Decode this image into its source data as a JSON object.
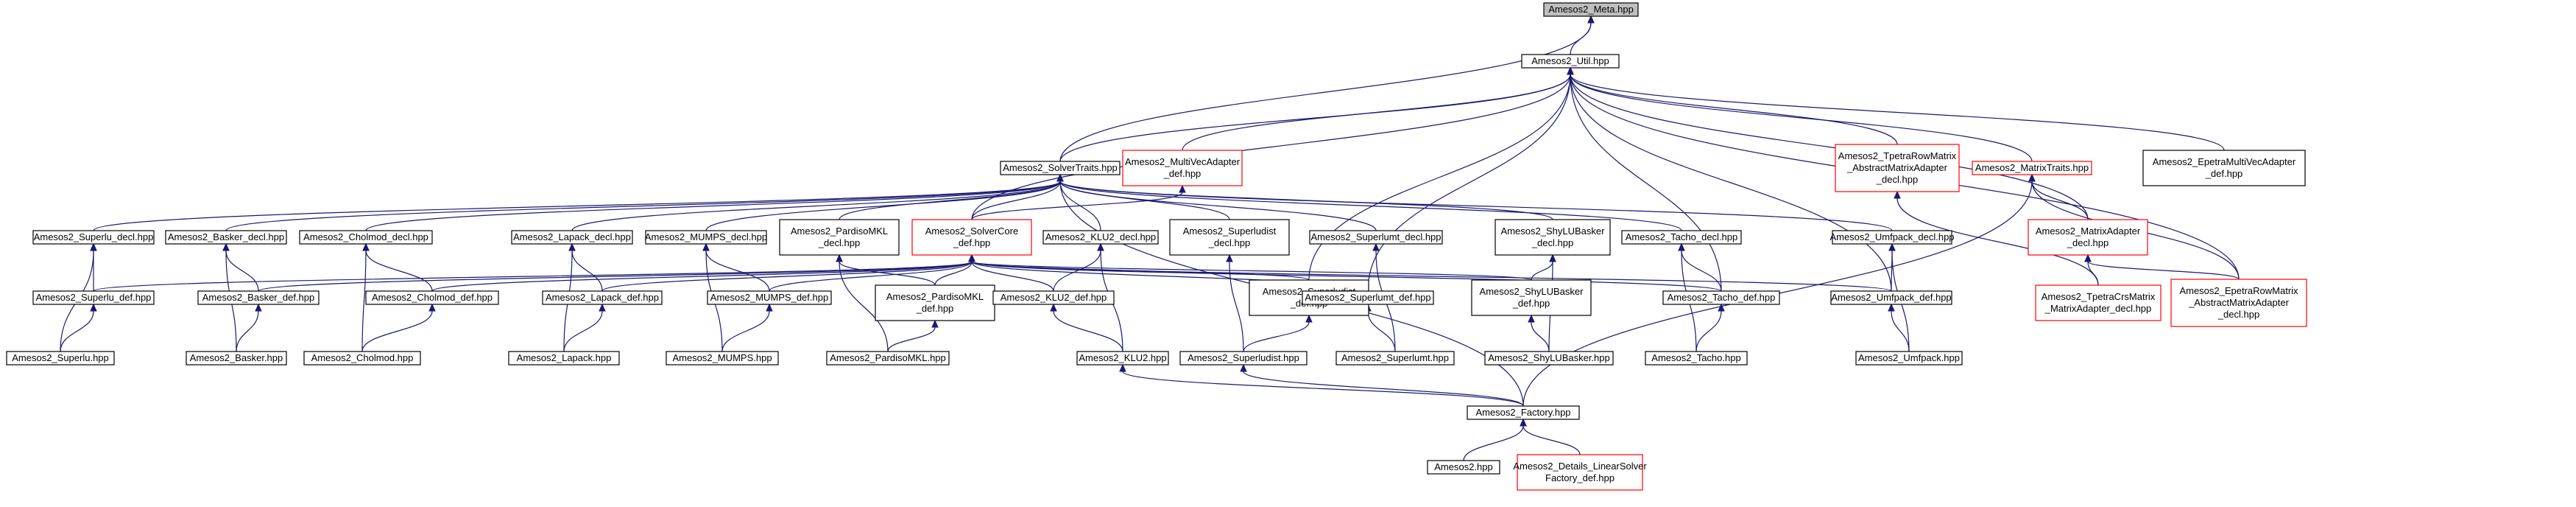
{
  "colors": {
    "edge": "#191970",
    "normal_border": "#000000",
    "red_border": "#ff0000",
    "root_fill": "#bfbfbf",
    "background": "#ffffff"
  },
  "nodes": [
    {
      "id": "meta",
      "lines": [
        "Amesos2_Meta.hpp"
      ],
      "style": "root"
    },
    {
      "id": "util",
      "lines": [
        "Amesos2_Util.hpp"
      ],
      "style": "normal"
    },
    {
      "id": "solvertraits",
      "lines": [
        "Amesos2_SolverTraits.hpp"
      ],
      "style": "normal"
    },
    {
      "id": "multivecadapter_def",
      "lines": [
        "Amesos2_MultiVecAdapter",
        "_def.hpp"
      ],
      "style": "red"
    },
    {
      "id": "tpetrarowmatrix_abs_decl",
      "lines": [
        "Amesos2_TpetraRowMatrix",
        "_AbstractMatrixAdapter",
        "_decl.hpp"
      ],
      "style": "red"
    },
    {
      "id": "matrixtraits",
      "lines": [
        "Amesos2_MatrixTraits.hpp"
      ],
      "style": "red"
    },
    {
      "id": "epetramultivec_def",
      "lines": [
        "Amesos2_EpetraMultiVecAdapter",
        "_def.hpp"
      ],
      "style": "normal"
    },
    {
      "id": "superlu_decl",
      "lines": [
        "Amesos2_Superlu_decl.hpp"
      ],
      "style": "normal"
    },
    {
      "id": "basker_decl",
      "lines": [
        "Amesos2_Basker_decl.hpp"
      ],
      "style": "normal"
    },
    {
      "id": "cholmod_decl",
      "lines": [
        "Amesos2_Cholmod_decl.hpp"
      ],
      "style": "normal"
    },
    {
      "id": "lapack_decl",
      "lines": [
        "Amesos2_Lapack_decl.hpp"
      ],
      "style": "normal"
    },
    {
      "id": "mumps_decl",
      "lines": [
        "Amesos2_MUMPS_decl.hpp"
      ],
      "style": "normal"
    },
    {
      "id": "pardiso_decl",
      "lines": [
        "Amesos2_PardisoMKL",
        "_decl.hpp"
      ],
      "style": "normal"
    },
    {
      "id": "solvercore_def",
      "lines": [
        "Amesos2_SolverCore",
        "_def.hpp"
      ],
      "style": "red"
    },
    {
      "id": "klu2_decl",
      "lines": [
        "Amesos2_KLU2_decl.hpp"
      ],
      "style": "normal"
    },
    {
      "id": "superludist_decl",
      "lines": [
        "Amesos2_Superludist",
        "_decl.hpp"
      ],
      "style": "normal"
    },
    {
      "id": "superlumt_decl",
      "lines": [
        "Amesos2_Superlumt_decl.hpp"
      ],
      "style": "normal"
    },
    {
      "id": "shylubasker_decl",
      "lines": [
        "Amesos2_ShyLUBasker",
        "_decl.hpp"
      ],
      "style": "normal"
    },
    {
      "id": "tacho_decl",
      "lines": [
        "Amesos2_Tacho_decl.hpp"
      ],
      "style": "normal"
    },
    {
      "id": "umfpack_decl",
      "lines": [
        "Amesos2_Umfpack_decl.hpp"
      ],
      "style": "normal"
    },
    {
      "id": "matrixadapter_decl",
      "lines": [
        "Amesos2_MatrixAdapter",
        "_decl.hpp"
      ],
      "style": "red"
    },
    {
      "id": "superlu_def",
      "lines": [
        "Amesos2_Superlu_def.hpp"
      ],
      "style": "normal"
    },
    {
      "id": "basker_def",
      "lines": [
        "Amesos2_Basker_def.hpp"
      ],
      "style": "normal"
    },
    {
      "id": "cholmod_def",
      "lines": [
        "Amesos2_Cholmod_def.hpp"
      ],
      "style": "normal"
    },
    {
      "id": "lapack_def",
      "lines": [
        "Amesos2_Lapack_def.hpp"
      ],
      "style": "normal"
    },
    {
      "id": "mumps_def",
      "lines": [
        "Amesos2_MUMPS_def.hpp"
      ],
      "style": "normal"
    },
    {
      "id": "pardiso_def",
      "lines": [
        "Amesos2_PardisoMKL",
        "_def.hpp"
      ],
      "style": "normal"
    },
    {
      "id": "klu2_def",
      "lines": [
        "Amesos2_KLU2_def.hpp"
      ],
      "style": "normal"
    },
    {
      "id": "superludist_def",
      "lines": [
        "Amesos2_Superludist",
        "_def.hpp"
      ],
      "style": "normal"
    },
    {
      "id": "superlumt_def",
      "lines": [
        "Amesos2_Superlumt_def.hpp"
      ],
      "style": "normal"
    },
    {
      "id": "shylubasker_def",
      "lines": [
        "Amesos2_ShyLUBasker",
        "_def.hpp"
      ],
      "style": "normal"
    },
    {
      "id": "tacho_def",
      "lines": [
        "Amesos2_Tacho_def.hpp"
      ],
      "style": "normal"
    },
    {
      "id": "umfpack_def",
      "lines": [
        "Amesos2_Umfpack_def.hpp"
      ],
      "style": "normal"
    },
    {
      "id": "tpetracrs_decl",
      "lines": [
        "Amesos2_TpetraCrsMatrix",
        "_MatrixAdapter_decl.hpp"
      ],
      "style": "red"
    },
    {
      "id": "epetrarow_decl",
      "lines": [
        "Amesos2_EpetraRowMatrix",
        "_AbstractMatrixAdapter",
        "_decl.hpp"
      ],
      "style": "red"
    },
    {
      "id": "superlu",
      "lines": [
        "Amesos2_Superlu.hpp"
      ],
      "style": "normal"
    },
    {
      "id": "basker",
      "lines": [
        "Amesos2_Basker.hpp"
      ],
      "style": "normal"
    },
    {
      "id": "cholmod",
      "lines": [
        "Amesos2_Cholmod.hpp"
      ],
      "style": "normal"
    },
    {
      "id": "lapack",
      "lines": [
        "Amesos2_Lapack.hpp"
      ],
      "style": "normal"
    },
    {
      "id": "mumps",
      "lines": [
        "Amesos2_MUMPS.hpp"
      ],
      "style": "normal"
    },
    {
      "id": "pardiso",
      "lines": [
        "Amesos2_PardisoMKL.hpp"
      ],
      "style": "normal"
    },
    {
      "id": "klu2",
      "lines": [
        "Amesos2_KLU2.hpp"
      ],
      "style": "normal"
    },
    {
      "id": "superludist",
      "lines": [
        "Amesos2_Superludist.hpp"
      ],
      "style": "normal"
    },
    {
      "id": "superlumt",
      "lines": [
        "Amesos2_Superlumt.hpp"
      ],
      "style": "normal"
    },
    {
      "id": "shylubasker",
      "lines": [
        "Amesos2_ShyLUBasker.hpp"
      ],
      "style": "normal"
    },
    {
      "id": "tacho",
      "lines": [
        "Amesos2_Tacho.hpp"
      ],
      "style": "normal"
    },
    {
      "id": "umfpack",
      "lines": [
        "Amesos2_Umfpack.hpp"
      ],
      "style": "normal"
    },
    {
      "id": "factory",
      "lines": [
        "Amesos2_Factory.hpp"
      ],
      "style": "normal"
    },
    {
      "id": "amesos2",
      "lines": [
        "Amesos2.hpp"
      ],
      "style": "normal"
    },
    {
      "id": "linearsolverfactory_def",
      "lines": [
        "Amesos2_Details_LinearSolver",
        "Factory_def.hpp"
      ],
      "style": "red"
    }
  ],
  "edges": [
    [
      "meta",
      "util"
    ],
    [
      "meta",
      "solvertraits"
    ],
    [
      "util",
      "solvertraits"
    ],
    [
      "util",
      "multivecadapter_def"
    ],
    [
      "util",
      "tpetrarowmatrix_abs_decl"
    ],
    [
      "util",
      "matrixtraits"
    ],
    [
      "util",
      "epetramultivec_def"
    ],
    [
      "util",
      "solvercore_def"
    ],
    [
      "util",
      "superludist_def"
    ],
    [
      "util",
      "superlumt_def"
    ],
    [
      "util",
      "tacho_def"
    ],
    [
      "util",
      "umfpack_def"
    ],
    [
      "util",
      "matrixadapter_decl"
    ],
    [
      "util",
      "epetrarow_decl"
    ],
    [
      "solvertraits",
      "superlu_decl"
    ],
    [
      "solvertraits",
      "basker_decl"
    ],
    [
      "solvertraits",
      "cholmod_decl"
    ],
    [
      "solvertraits",
      "lapack_decl"
    ],
    [
      "solvertraits",
      "mumps_decl"
    ],
    [
      "solvertraits",
      "pardiso_decl"
    ],
    [
      "solvertraits",
      "solvercore_def"
    ],
    [
      "solvertraits",
      "klu2_decl"
    ],
    [
      "solvertraits",
      "superludist_decl"
    ],
    [
      "solvertraits",
      "superlumt_decl"
    ],
    [
      "solvertraits",
      "shylubasker_decl"
    ],
    [
      "solvertraits",
      "tacho_decl"
    ],
    [
      "solvertraits",
      "umfpack_decl"
    ],
    [
      "solvertraits",
      "factory"
    ],
    [
      "multivecadapter_def",
      "solvercore_def"
    ],
    [
      "tpetrarowmatrix_abs_decl",
      "tpetracrs_decl"
    ],
    [
      "matrixtraits",
      "matrixadapter_decl"
    ],
    [
      "matrixtraits",
      "epetrarow_decl"
    ],
    [
      "matrixtraits",
      "factory"
    ],
    [
      "matrixadapter_decl",
      "tpetracrs_decl"
    ],
    [
      "matrixadapter_decl",
      "epetrarow_decl"
    ],
    [
      "superlu_decl",
      "superlu_def"
    ],
    [
      "superlu_decl",
      "superlu"
    ],
    [
      "basker_decl",
      "basker_def"
    ],
    [
      "basker_decl",
      "basker"
    ],
    [
      "cholmod_decl",
      "cholmod_def"
    ],
    [
      "cholmod_decl",
      "cholmod"
    ],
    [
      "lapack_decl",
      "lapack_def"
    ],
    [
      "lapack_decl",
      "lapack"
    ],
    [
      "mumps_decl",
      "mumps_def"
    ],
    [
      "mumps_decl",
      "mumps"
    ],
    [
      "pardiso_decl",
      "pardiso_def"
    ],
    [
      "pardiso_decl",
      "pardiso"
    ],
    [
      "klu2_decl",
      "klu2_def"
    ],
    [
      "klu2_decl",
      "klu2"
    ],
    [
      "superludist_decl",
      "superludist"
    ],
    [
      "superlumt_decl",
      "superlumt"
    ],
    [
      "shylubasker_decl",
      "shylubasker_def"
    ],
    [
      "shylubasker_decl",
      "shylubasker"
    ],
    [
      "tacho_decl",
      "tacho_def"
    ],
    [
      "tacho_decl",
      "tacho"
    ],
    [
      "umfpack_decl",
      "umfpack_def"
    ],
    [
      "umfpack_decl",
      "umfpack"
    ],
    [
      "solvercore_def",
      "superlu_def"
    ],
    [
      "solvercore_def",
      "basker_def"
    ],
    [
      "solvercore_def",
      "cholmod_def"
    ],
    [
      "solvercore_def",
      "lapack_def"
    ],
    [
      "solvercore_def",
      "mumps_def"
    ],
    [
      "solvercore_def",
      "pardiso_def"
    ],
    [
      "solvercore_def",
      "klu2_def"
    ],
    [
      "solvercore_def",
      "superludist_def"
    ],
    [
      "solvercore_def",
      "superlumt_def"
    ],
    [
      "solvercore_def",
      "shylubasker_def"
    ],
    [
      "solvercore_def",
      "tacho_def"
    ],
    [
      "solvercore_def",
      "umfpack_def"
    ],
    [
      "superlu_def",
      "superlu"
    ],
    [
      "basker_def",
      "basker"
    ],
    [
      "cholmod_def",
      "cholmod"
    ],
    [
      "lapack_def",
      "lapack"
    ],
    [
      "mumps_def",
      "mumps"
    ],
    [
      "pardiso_def",
      "pardiso"
    ],
    [
      "klu2_def",
      "klu2"
    ],
    [
      "superludist_def",
      "superludist"
    ],
    [
      "superlumt_def",
      "superlumt"
    ],
    [
      "shylubasker_def",
      "shylubasker"
    ],
    [
      "tacho_def",
      "tacho"
    ],
    [
      "umfpack_def",
      "umfpack"
    ],
    [
      "klu2",
      "factory"
    ],
    [
      "superludist",
      "factory"
    ],
    [
      "factory",
      "amesos2"
    ],
    [
      "factory",
      "linearsolverfactory_def"
    ]
  ]
}
